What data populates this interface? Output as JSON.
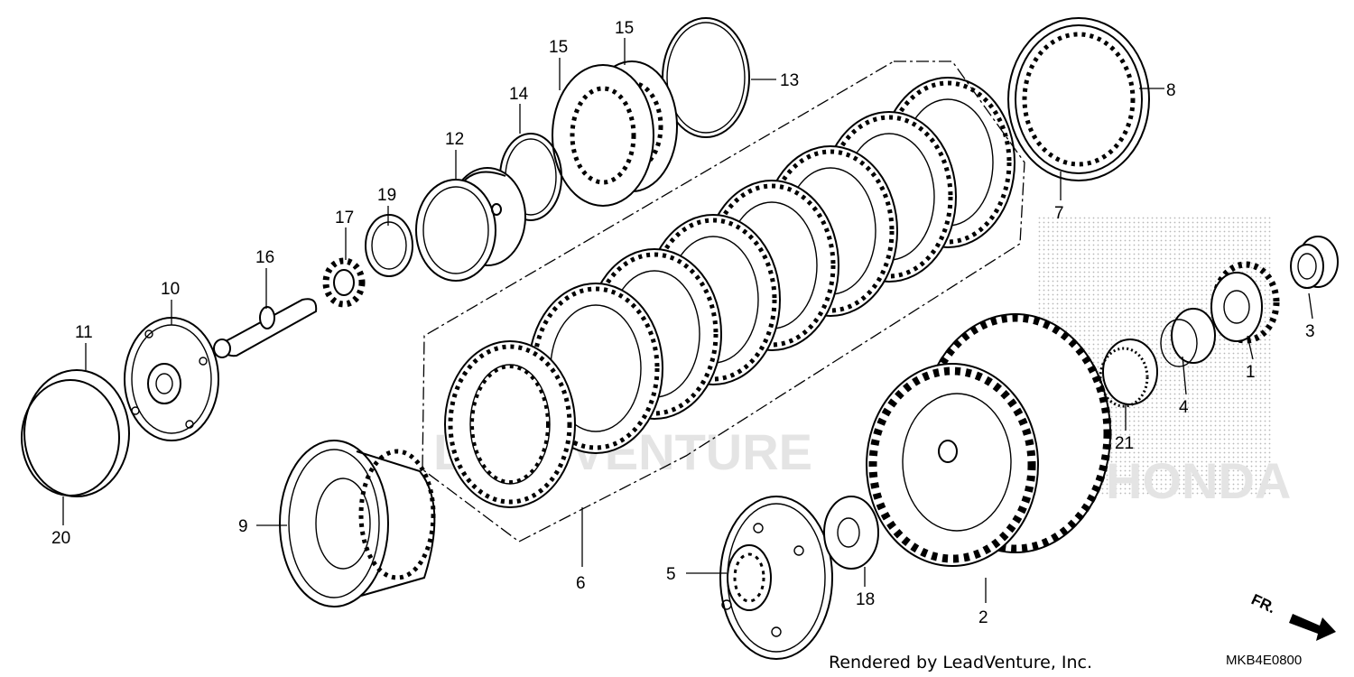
{
  "diagram": {
    "credit": "Rendered by LeadVenture, Inc.",
    "drawing_code": "MKB4E0800",
    "direction_label": "FR.",
    "watermark_left": "LEADVENTURE",
    "watermark_right": "HONDA"
  },
  "callouts": [
    {
      "id": "c1",
      "number": "1"
    },
    {
      "id": "c2",
      "number": "2"
    },
    {
      "id": "c3",
      "number": "3"
    },
    {
      "id": "c4",
      "number": "4"
    },
    {
      "id": "c5",
      "number": "5"
    },
    {
      "id": "c6",
      "number": "6"
    },
    {
      "id": "c7",
      "number": "7"
    },
    {
      "id": "c8",
      "number": "8"
    },
    {
      "id": "c9",
      "number": "9"
    },
    {
      "id": "c10",
      "number": "10"
    },
    {
      "id": "c11",
      "number": "11"
    },
    {
      "id": "c12",
      "number": "12"
    },
    {
      "id": "c13",
      "number": "13"
    },
    {
      "id": "c14",
      "number": "14"
    },
    {
      "id": "c15a",
      "number": "15"
    },
    {
      "id": "c15b",
      "number": "15"
    },
    {
      "id": "c16",
      "number": "16"
    },
    {
      "id": "c17",
      "number": "17"
    },
    {
      "id": "c18",
      "number": "18"
    },
    {
      "id": "c19",
      "number": "19"
    },
    {
      "id": "c20",
      "number": "20"
    },
    {
      "id": "c21",
      "number": "21"
    }
  ]
}
